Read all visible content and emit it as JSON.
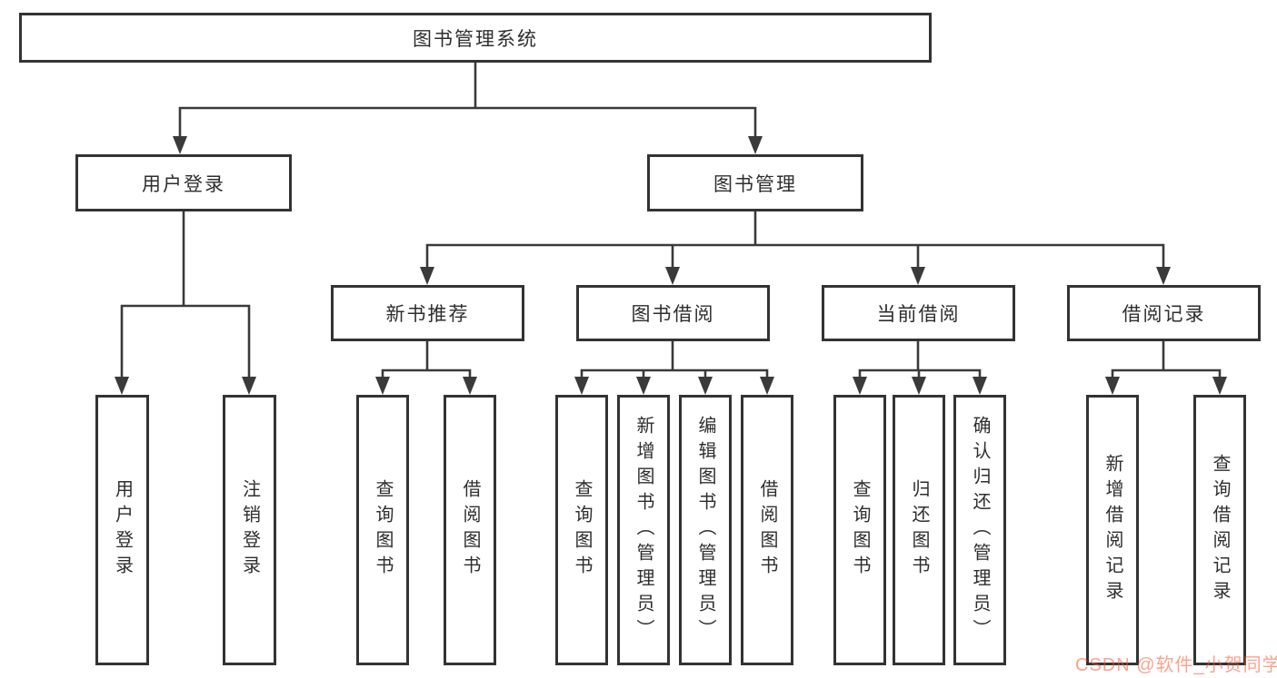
{
  "diagram": {
    "tree": {
      "label": "图书管理系统",
      "children": [
        {
          "label": "用户登录",
          "children": [
            {
              "label": "用户登录"
            },
            {
              "label": "注销登录"
            }
          ]
        },
        {
          "label": "图书管理",
          "children": [
            {
              "label": "新书推荐",
              "children": [
                {
                  "label": "查询图书"
                },
                {
                  "label": "借阅图书"
                }
              ]
            },
            {
              "label": "图书借阅",
              "children": [
                {
                  "label": "查询图书"
                },
                {
                  "label": "新增图书（管理员）"
                },
                {
                  "label": "编辑图书（管理员）"
                },
                {
                  "label": "借阅图书"
                }
              ]
            },
            {
              "label": "当前借阅",
              "children": [
                {
                  "label": "查询图书"
                },
                {
                  "label": "归还图书"
                },
                {
                  "label": "确认归还（管理员）"
                }
              ]
            },
            {
              "label": "借阅记录",
              "children": [
                {
                  "label": "新增借阅记录"
                },
                {
                  "label": "查询借阅记录"
                }
              ]
            }
          ]
        }
      ]
    },
    "watermark": "CSDN @软件_小贺同学",
    "colors": {
      "line": "#3a3a3a",
      "border": "#333333",
      "text": "#2e2e2e",
      "background": "#ffffff",
      "watermark": "#fc5531"
    }
  }
}
